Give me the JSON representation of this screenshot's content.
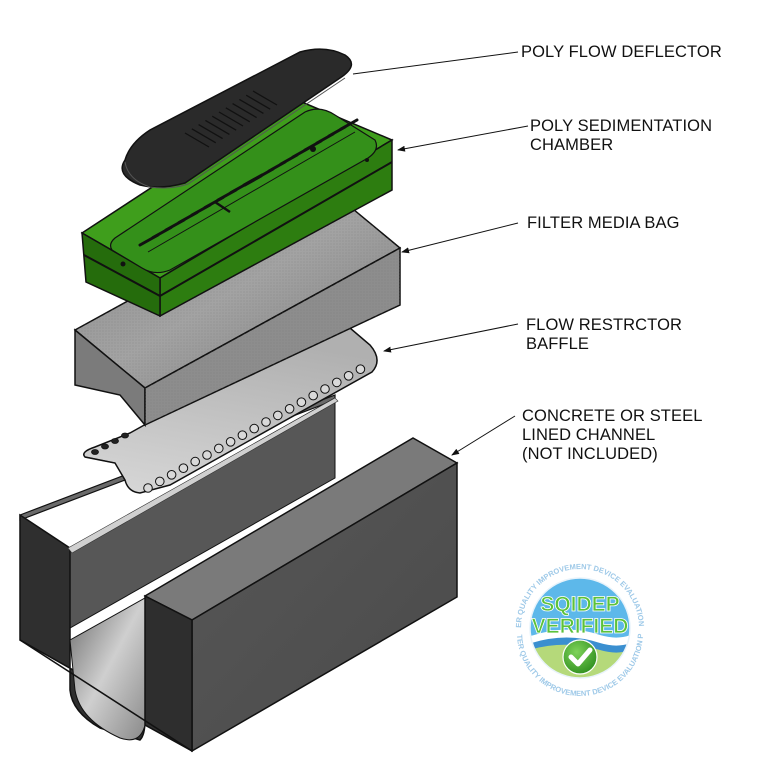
{
  "diagram": {
    "title": "Exploded assembly of channel drain filter insert",
    "view": "isometric exploded view",
    "components": [
      {
        "id": "deflector",
        "label_lines": [
          "POLY FLOW DEFLECTOR"
        ],
        "color": "#2b2b2b"
      },
      {
        "id": "chamber",
        "label_lines": [
          "POLY SEDIMENTATION",
          "CHAMBER"
        ],
        "color": "#2f8a12"
      },
      {
        "id": "bag",
        "label_lines": [
          "FILTER MEDIA BAG"
        ],
        "color": "#8e8e8e"
      },
      {
        "id": "baffle",
        "label_lines": [
          "FLOW RESTRCTOR",
          "BAFFLE"
        ],
        "color": "#c4c4c4"
      },
      {
        "id": "channel",
        "label_lines": [
          "CONCRETE OR STEEL",
          "LINED CHANNEL",
          "(NOT INCLUDED)"
        ],
        "color": "#4a4a4a"
      }
    ]
  },
  "badge": {
    "line1": "SQIDEP",
    "line2": "VERIFIED",
    "ring_text": "STORMWATER QUALITY IMPROVEMENT DEVICE EVALUATION PROTOCOL",
    "icon": "checkmark-icon",
    "colors": {
      "text_green": "#5cc23a",
      "sky": "#4fb2e6",
      "wave": "#2a7fc4",
      "field": "#a9d36b",
      "check_bg": "#3ea52a",
      "ring_text": "#9ec9e8"
    }
  }
}
